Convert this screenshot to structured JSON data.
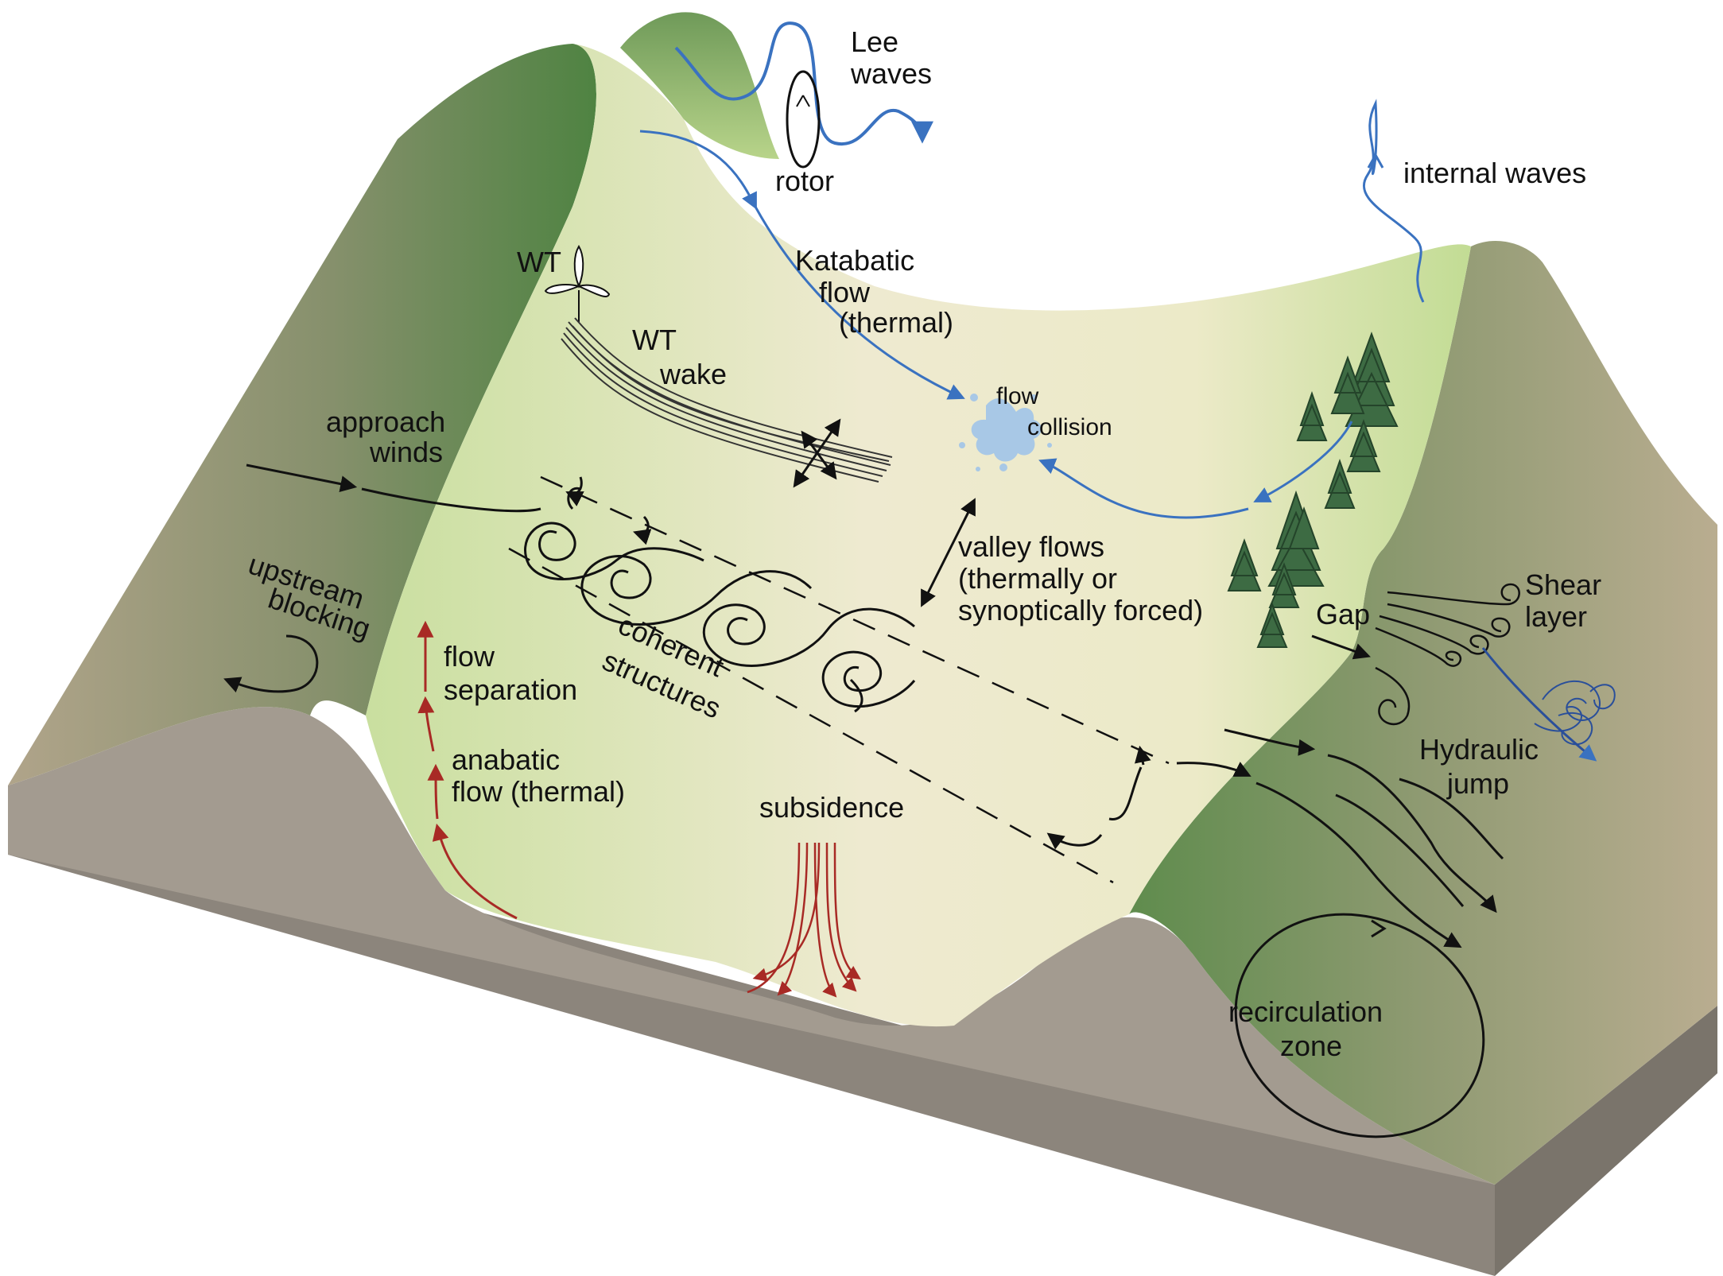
{
  "colors": {
    "valley_light": "#eeead0",
    "valley_green": "#c9df9f",
    "mountain_green": "#5f8c4d",
    "mountain_tan": "#b4a88a",
    "ground_side": "#8c857c",
    "ground_top": "#a39b90",
    "katabatic_blue": "#3a72c0",
    "thermal_red": "#a82a25",
    "ink": "#111111"
  },
  "labels": {
    "lee_waves_1": "Lee",
    "lee_waves_2": "waves",
    "rotor": "rotor",
    "internal_waves": "internal waves",
    "wt": "WT",
    "katabatic_1": "Katabatic",
    "katabatic_2": "flow",
    "katabatic_3": "(thermal)",
    "wt_wake_1": "WT",
    "wt_wake_2": "wake",
    "flow_collision_1": "flow",
    "flow_collision_2": "collision",
    "approach_1": "approach",
    "approach_2": "winds",
    "upstream_1": "upstream",
    "upstream_2": "blocking",
    "valley_flows_1": "valley flows",
    "valley_flows_2": "(thermally or",
    "valley_flows_3": "synoptically forced)",
    "gap": "Gap",
    "shear_1": "Shear",
    "shear_2": "layer",
    "flow_sep_1": "flow",
    "flow_sep_2": "separation",
    "coherent_1": "coherent",
    "coherent_2": "structures",
    "hydraulic_1": "Hydraulic",
    "hydraulic_2": "jump",
    "anabatic_1": "anabatic",
    "anabatic_2": "flow (thermal)",
    "subsidence": "subsidence",
    "recirc_1": "recirculation",
    "recirc_2": "zone"
  }
}
